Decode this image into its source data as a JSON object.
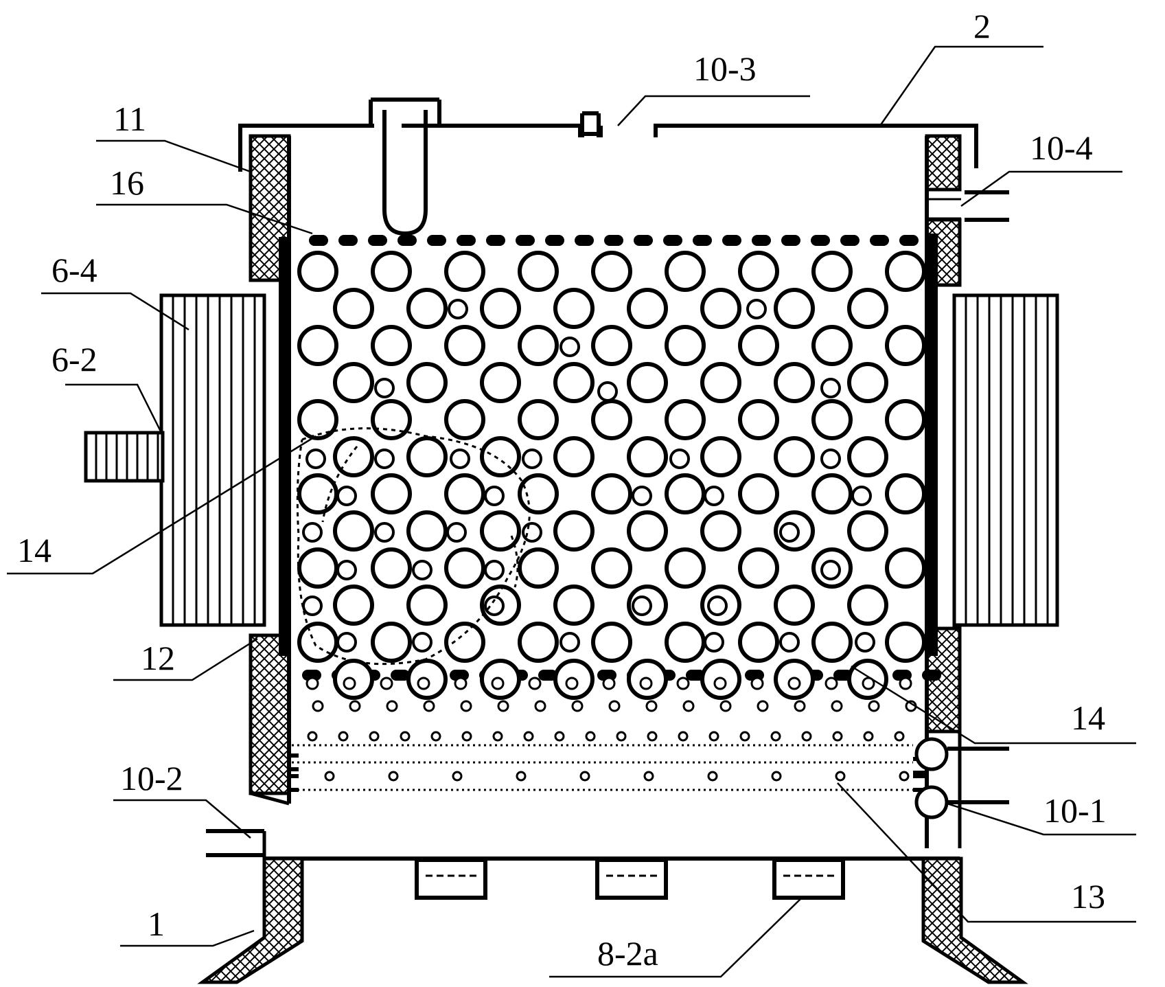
{
  "labels": {
    "l_2": "2",
    "l_10_3": "10-3",
    "l_10_4": "10-4",
    "l_11": "11",
    "l_16": "16",
    "l_6_4": "6-4",
    "l_6_2": "6-2",
    "l_14_left": "14",
    "l_12": "12",
    "l_14_right": "14",
    "l_10_2": "10-2",
    "l_10_1": "10-1",
    "l_13": "13",
    "l_1": "1",
    "l_8_2a": "8-2a"
  },
  "colors": {
    "line": "#000000",
    "background": "#ffffff"
  }
}
